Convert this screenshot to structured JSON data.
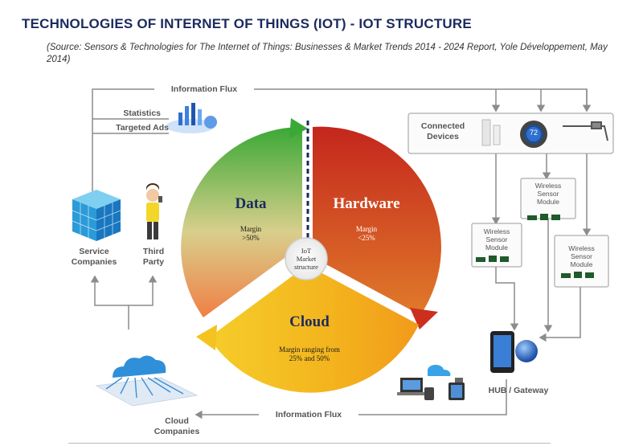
{
  "title": "TECHNOLOGIES OF INTERNET OF THINGS (IOT) -  IOT STRUCTURE",
  "subtitle": "(Source: Sensors & Technologies for The Internet of Things:  Businesses & Market Trends 2014 - 2024 Report, Yole Développement, May 2014)",
  "top_flow_label": "Information Flux",
  "bottom_flow_label": "Information Flux",
  "statistics_label": "Statistics",
  "targeted_ads_label": "Targeted Ads",
  "service_companies_label": "Service\nCompanies",
  "third_party_label": "Third\nParty",
  "cloud_companies_label": "Cloud\nCompanies",
  "connected_devices_label": "Connected\nDevices",
  "thermostat_value": "72",
  "hub_label": "HUB / Gateway",
  "wireless_sensor_module_label": "Wireless\nSensor\nModule",
  "center_label": "IoT\nMarket\nstructure",
  "segments": {
    "data": {
      "name": "Data",
      "margin_label": "Margin\n>50%",
      "color": "#4caf2e"
    },
    "hardware": {
      "name": "Hardware",
      "margin_label": "Margin\n<25%",
      "color": "#b8211b"
    },
    "cloud": {
      "name": "Cloud",
      "margin_label": "Margin ranging from\n25%  and 50%",
      "color": "#f2a81d"
    }
  },
  "colors": {
    "title": "#1b2a5e",
    "arrows": "#8c8c8c"
  }
}
